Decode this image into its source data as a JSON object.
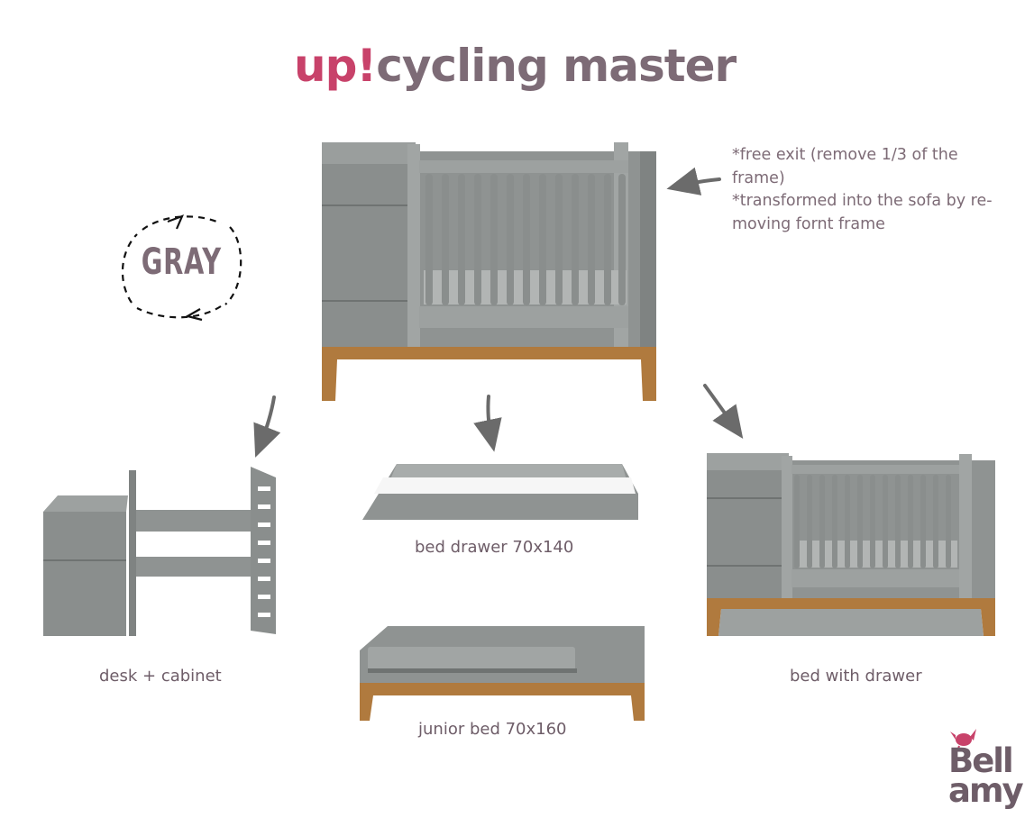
{
  "title": {
    "part1": "up!",
    "part2": "cycling master"
  },
  "color_badge": {
    "label": "GRAY"
  },
  "notes": [
    "*free exit (remove 1/3 of the",
    "frame)",
    "*transformed into the sofa by re-",
    "moving fornt frame"
  ],
  "captions": {
    "desk": "desk + cabinet",
    "drawer": "bed drawer 70x140",
    "junior": "junior bed 70x160",
    "bed_drawer": "bed with drawer"
  },
  "logo": {
    "line1": "Bell",
    "line2": "amy"
  },
  "colors": {
    "accent": "#c8426a",
    "text": "#7d6b76",
    "furniture_gray": "#8a8e8d",
    "wood": "#b07a3e"
  }
}
